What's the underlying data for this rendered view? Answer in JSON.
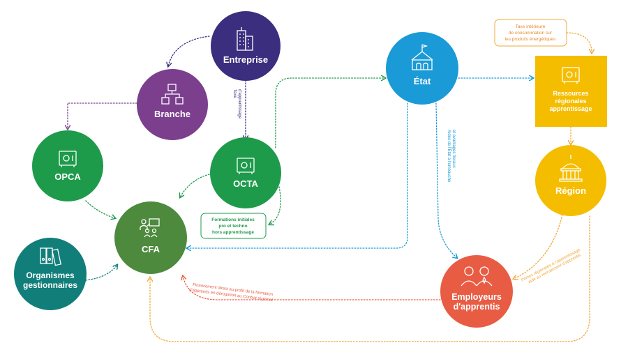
{
  "colors": {
    "enterprise": "#3b2e7e",
    "branche": "#7b3f8e",
    "opca": "#1e9a4b",
    "octa": "#1e9a4b",
    "cfa": "#4d8a3d",
    "organismes": "#117e7a",
    "etat": "#1a9ad6",
    "ressources": "#f5bd00",
    "region": "#f5bd00",
    "employeurs": "#e85c44",
    "taxe_border": "#f0a83a",
    "formations_border": "#1e9a4b"
  },
  "nodes": {
    "entreprise": {
      "label": "Entreprise",
      "icon": "building-icon"
    },
    "branche": {
      "label": "Branche",
      "icon": "org-chart-icon"
    },
    "opca": {
      "label": "OPCA",
      "icon": "safe-icon"
    },
    "octa": {
      "label": "OCTA",
      "icon": "safe-icon"
    },
    "cfa": {
      "label": "CFA",
      "icon": "teacher-students-icon"
    },
    "organismes": {
      "label_line1": "Organismes",
      "label_line2": "gestionnaires",
      "icon": "binders-icon"
    },
    "etat": {
      "label": "État",
      "icon": "government-building-icon"
    },
    "region": {
      "label": "Région",
      "icon": "capitol-icon"
    },
    "employeurs": {
      "label_line1": "Employeurs",
      "label_line2": "d'apprentis",
      "icon": "employees-icon"
    }
  },
  "boxes": {
    "ressources": {
      "line1": "Ressources",
      "line2": "régionales",
      "line3": "apprentissage",
      "icon": "safe-icon"
    },
    "taxe": {
      "line1": "Taxe intérieure",
      "line2": "de consommation sur",
      "line3": "les produits énergétiques"
    },
    "formations": {
      "line1": "Formations initiales",
      "line2": "pro et techno",
      "line3": "hors apprentissage"
    }
  },
  "edge_labels": {
    "taxe_apprentissage_1": "Taxe",
    "taxe_apprentissage_2": "d'apprentissage",
    "etat_employeurs_1": "Aides de l'État à l'embauche",
    "etat_employeurs_2": "et avantages fiscaux",
    "region_employeurs_1": "Primes régionales à l'apprentissage",
    "region_employeurs_2": "aide au recrutement d'apprentis",
    "employeurs_cfa_1": "Financement direct au profit de la formation",
    "employeurs_cfa_2": "d'apprentis en dérogation au Contrat régional"
  }
}
